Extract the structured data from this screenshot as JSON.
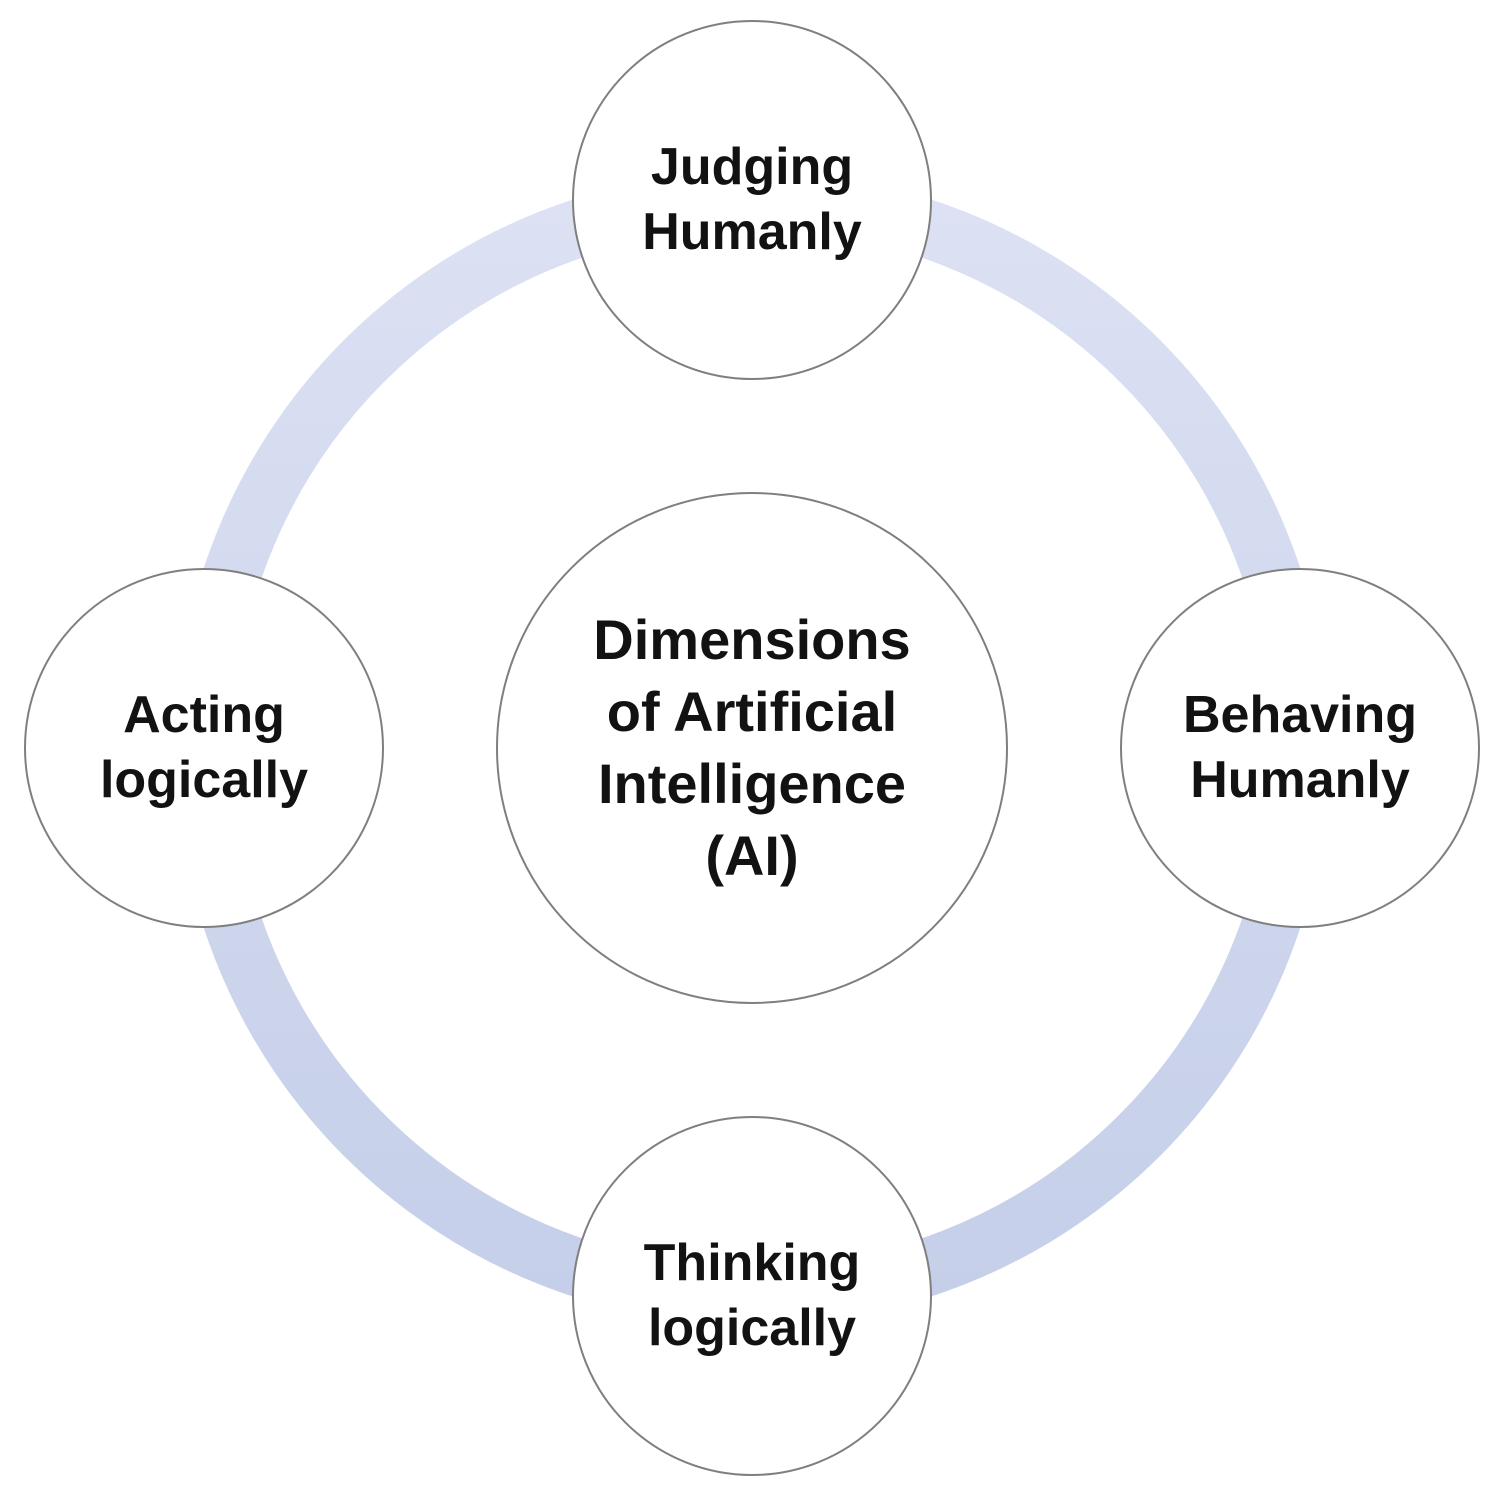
{
  "diagram": {
    "type": "cycle",
    "description_labels": {
      "center": "Dimensions of Artificial Intelligence (AI)",
      "top": "Judging Humanly",
      "right": "Behaving Humanly",
      "bottom": "Thinking logically",
      "left": "Acting logically"
    }
  },
  "nodes": {
    "center": {
      "lines": [
        "Dimensions",
        "of Artificial",
        "Intelligence",
        "(AI)"
      ]
    },
    "top": {
      "lines": [
        "Judging",
        "Humanly"
      ]
    },
    "right": {
      "lines": [
        "Behaving",
        "Humanly"
      ]
    },
    "bottom": {
      "lines": [
        "Thinking",
        "logically"
      ]
    },
    "left": {
      "lines": [
        "Acting",
        "logically"
      ]
    }
  },
  "colors": {
    "background": "#ffffff",
    "circle_border": "#7f7f7f",
    "text": "#121212",
    "ring_top": "#dce1f3",
    "ring_bottom": "#c5cfe9"
  }
}
